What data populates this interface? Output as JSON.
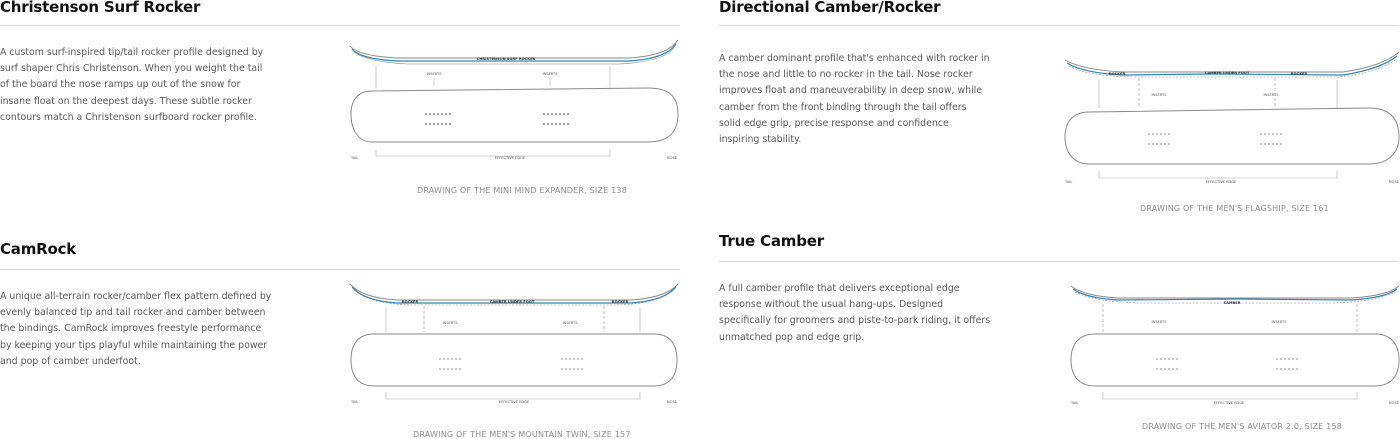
{
  "colors": {
    "profile_blue": "#2f86b8",
    "outline_gray": "#8a8a8a",
    "rule_gray": "#d9d9d9"
  },
  "labels": {
    "inserts": "INSERTS",
    "effective_edge": "EFFECTIVE EDGE",
    "tail": "TAIL",
    "nose": "NOSE",
    "rocker": "ROCKER",
    "camber_under_foot": "CAMBER UNDER FOOT",
    "camber": "CAMBER"
  },
  "sections": [
    {
      "title": "Christenson Surf Rocker",
      "description": "A custom surf-inspired tip/tail rocker profile designed by surf shaper Chris Christenson. When you weight the tail of the board the nose ramps up out of the snow for insane float on the deepest days. These subtle rocker contours match a Christenson surfboard rocker profile.",
      "profile_label": "CHRISTENSON SURF ROCKER",
      "caption": "DRAWING OF THE MINI MIND EXPANDER, SIZE 138"
    },
    {
      "title": "Directional Camber/Rocker",
      "description": "A camber dominant profile that's enhanced with rocker in the nose and little to no rocker in the tail. Nose rocker improves float and maneuverability in deep snow, while camber from the front binding through the tail offers solid edge grip, precise response and confidence inspiring stability.",
      "caption": "DRAWING OF THE MEN'S FLAGSHIP, SIZE 161"
    },
    {
      "title": "CamRock",
      "description": "A unique all-terrain rocker/camber flex pattern defined by evenly balanced tip and tail rocker and camber between the bindings. CamRock improves freestyle performance by keeping your tips playful while maintaining the power and pop of camber underfoot.",
      "caption": "DRAWING OF THE MEN'S MOUNTAIN TWIN, SIZE 157"
    },
    {
      "title": "True Camber",
      "description": "A full camber profile that delivers exceptional edge response without the usual hang-ups. Designed specifically for groomers and piste-to-park riding, it offers unmatched pop and edge grip.",
      "caption": "DRAWING OF THE MEN'S AVIATOR 2.0, SIZE 158"
    }
  ]
}
